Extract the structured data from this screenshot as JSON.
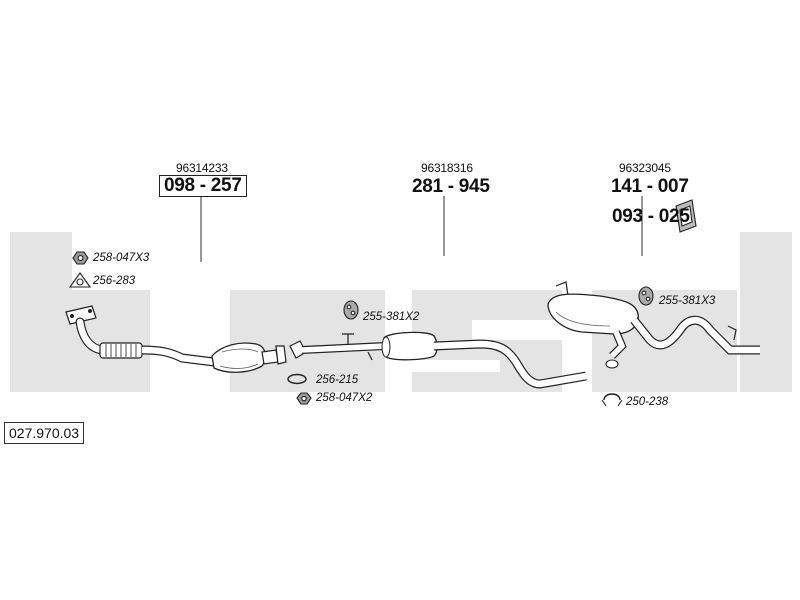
{
  "diagram_number": "027.970.03",
  "watermark": "bosal",
  "assemblies": [
    {
      "id": "front",
      "oe_number": "96314233",
      "part_number": "098 - 257",
      "boxed": true
    },
    {
      "id": "middle",
      "oe_number": "96318316",
      "part_number": "281 - 945",
      "boxed": false
    },
    {
      "id": "rear",
      "oe_number": "96323045",
      "part_number": "141 - 007",
      "boxed": false
    }
  ],
  "heat_shield_part": "093 - 025",
  "accessories": [
    {
      "id": "nut-front",
      "label": "258-047X3",
      "icon": "nut-icon"
    },
    {
      "id": "gasket-front",
      "label": "256-283",
      "icon": "triangle-gasket-icon"
    },
    {
      "id": "rubber-mid",
      "label": "255-381X2",
      "icon": "rubber-mount-icon"
    },
    {
      "id": "ring-mid",
      "label": "256-215",
      "icon": "ring-gasket-icon"
    },
    {
      "id": "nut-mid",
      "label": "258-047X2",
      "icon": "nut-icon"
    },
    {
      "id": "rubber-rear",
      "label": "255-381X3",
      "icon": "rubber-mount-icon"
    },
    {
      "id": "clamp-rear",
      "label": "250-238",
      "icon": "clamp-icon"
    }
  ]
}
